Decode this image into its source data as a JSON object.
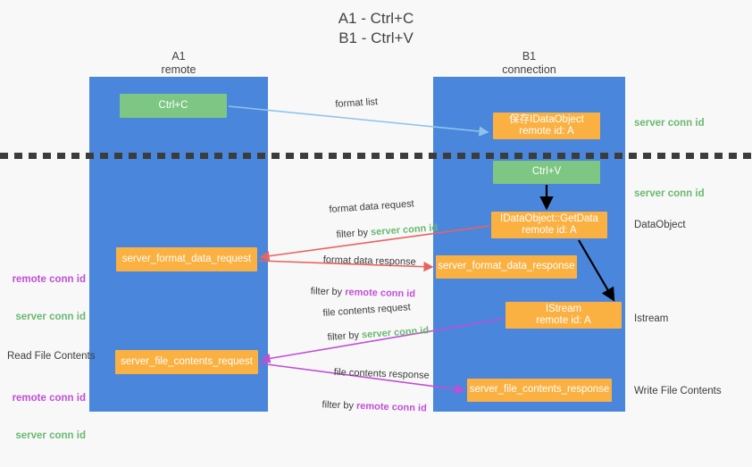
{
  "title": "A1 - Ctrl+C\nB1 - Ctrl+V",
  "lanes": {
    "left": {
      "name": "A1",
      "sub": "remote",
      "header": "A1\nremote",
      "color": "#4a86dc"
    },
    "right": {
      "name": "B1",
      "sub": "connection",
      "header": "B1\nconnection",
      "color": "#4a86dc"
    }
  },
  "colors": {
    "lane": "#4a86dc",
    "green_node": "#7dc683",
    "orange_node": "#fbb042",
    "dash_line": "#3c3c3c",
    "server_conn_id": "#6ab96f",
    "remote_conn_id": "#c14fd6",
    "arrow_blue": "#8ec4ea",
    "arrow_red": "#e8635f",
    "arrow_magenta": "#c14fd6",
    "arrow_black": "#000000",
    "background": "#f8f8f8",
    "text": "#3c3c3c"
  },
  "nodes": {
    "ctrl_c": {
      "label": "Ctrl+C",
      "kind": "green"
    },
    "save_dataobject": {
      "label": "保存IDataObject\nremote id: A",
      "kind": "orange"
    },
    "ctrl_v": {
      "label": "Ctrl+V",
      "kind": "green"
    },
    "getdata": {
      "label": "IDataObject::GetData\nremote id: A",
      "kind": "orange"
    },
    "format_data_request": {
      "label": "server_format_data_request",
      "kind": "orange"
    },
    "format_data_response": {
      "label": "server_format_data_response",
      "kind": "orange"
    },
    "istream": {
      "label": "IStream\nremote id: A",
      "kind": "orange"
    },
    "file_contents_request": {
      "label": "server_file_contents_request",
      "kind": "orange"
    },
    "file_contents_response": {
      "label": "server_file_contents_response",
      "kind": "orange"
    }
  },
  "annotations": {
    "server_conn_id": "server conn id",
    "remote_conn_id": "remote conn id",
    "dataobject": "DataObject",
    "istream": "Istream",
    "read_file_contents": "Read File Contents",
    "write_file_contents": "Write File Contents"
  },
  "arrow_labels": {
    "format_list": "format list",
    "format_data_request": "format data request",
    "format_data_request_filter_prefix": "filter by ",
    "format_data_request_filter_value": "server conn id",
    "format_data_response": "format data response",
    "format_data_response_filter_prefix": "filter by ",
    "format_data_response_filter_value": "remote conn id",
    "file_contents_request": "file contents request",
    "file_contents_request_filter_prefix": "filter by ",
    "file_contents_request_filter_value": "server conn id",
    "file_contents_response": "file contents response",
    "file_contents_response_filter_prefix": "filter by ",
    "file_contents_response_filter_value": "remote conn id"
  }
}
